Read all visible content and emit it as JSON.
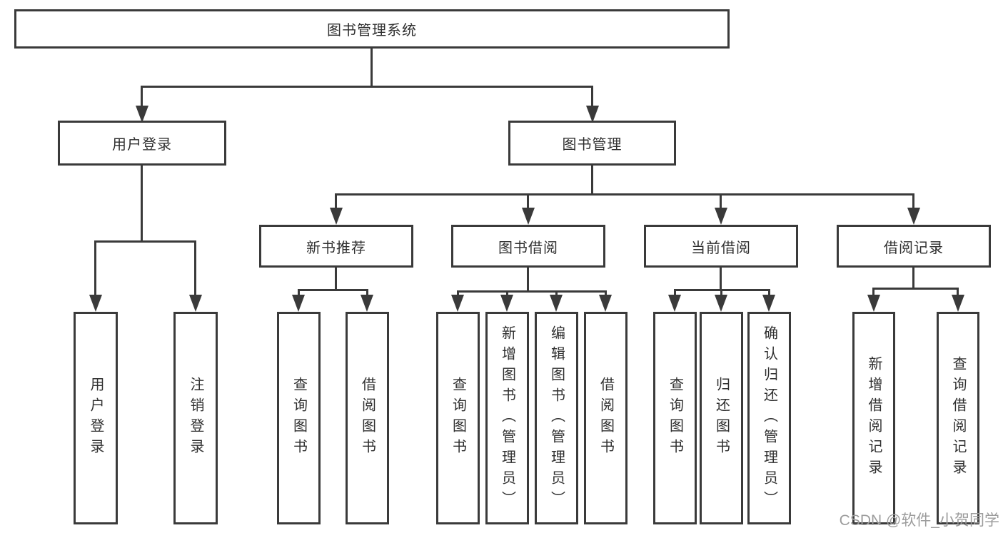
{
  "colors": {
    "line": "#3a3a3a",
    "text": "#2f2f2f",
    "box_background": "#ffffff",
    "watermark": "#9c9c9c"
  },
  "nodes": {
    "root": "图书管理系统",
    "login": {
      "label": "用户登录",
      "children": [
        "用户登录",
        "注销登录"
      ]
    },
    "mgmt": {
      "label": "图书管理"
    },
    "recommend": {
      "label": "新书推荐",
      "children": [
        "查询图书",
        "借阅图书"
      ]
    },
    "borrow": {
      "label": "图书借阅",
      "children": [
        "查询图书",
        "新增图书（管理员）",
        "编辑图书（管理员）",
        "借阅图书"
      ]
    },
    "current": {
      "label": "当前借阅",
      "children": [
        "查询图书",
        "归还图书",
        "确认归还（管理员）"
      ]
    },
    "records": {
      "label": "借阅记录",
      "children": [
        "新增借阅记录",
        "查询借阅记录"
      ]
    }
  },
  "watermark": "CSDN @软件_小贺同学"
}
